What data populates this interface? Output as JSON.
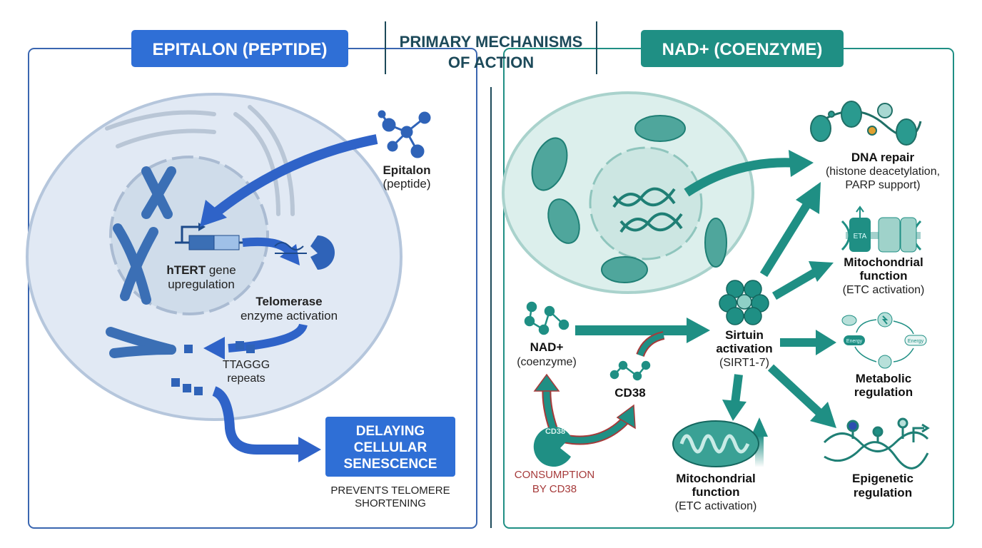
{
  "header": {
    "left_title": "EPITALON (PEPTIDE)",
    "center_title_line1": "PRIMARY MECHANISMS",
    "center_title_line2": "OF ACTION",
    "right_title": "NAD+ (COENZYME)"
  },
  "colors": {
    "epitalon_blue": "#2f6fd6",
    "nad_teal": "#1f8f84",
    "cd38_red": "#a63a3a",
    "title_dark": "#1d4a5a"
  },
  "epitalon": {
    "molecule_label": "Epitalon",
    "molecule_sub": "(peptide)",
    "gene_bold": "hTERT",
    "gene_rest": " gene",
    "gene_line2": "upregulation",
    "telomerase_label": "Telomerase",
    "telomerase_sub": "enzyme activation",
    "repeats_line1": "TTAGGG",
    "repeats_line2": "repeats",
    "outcome_line1": "DELAYING",
    "outcome_line2": "CELLULAR",
    "outcome_line3": "SENESCENCE",
    "note_line1": "PREVENTS TELOMERE",
    "note_line2": "SHORTENING"
  },
  "nad": {
    "nad_label": "NAD+",
    "nad_sub": "(coenzyme)",
    "cd38_label": "CD38",
    "cd38_enzyme_label": "CD38",
    "consumption_line1": "CONSUMPTION",
    "consumption_line2": "BY CD38",
    "sirtuin_line1": "Sirtuin",
    "sirtuin_line2": "activation",
    "sirtuin_line3": "(SIRT1-7)",
    "dna_repair_title": "DNA repair",
    "dna_repair_line2": "(histone deacetylation,",
    "dna_repair_line3": "PARP support)",
    "mito_right_line1": "Mitochondrial",
    "mito_right_line2": "function",
    "mito_right_line3": "(ETC activation)",
    "etc_icon_label": "ETA",
    "metabolic_line1": "Metabolic",
    "metabolic_line2": "regulation",
    "energy_label_1": "Energy",
    "energy_label_2": "Energy",
    "epigenetic_line1": "Epigenetic",
    "epigenetic_line2": "regulation",
    "mito_bottom_line1": "Mitochondrial",
    "mito_bottom_line2": "function",
    "mito_bottom_line3": "(ETC activation)"
  }
}
